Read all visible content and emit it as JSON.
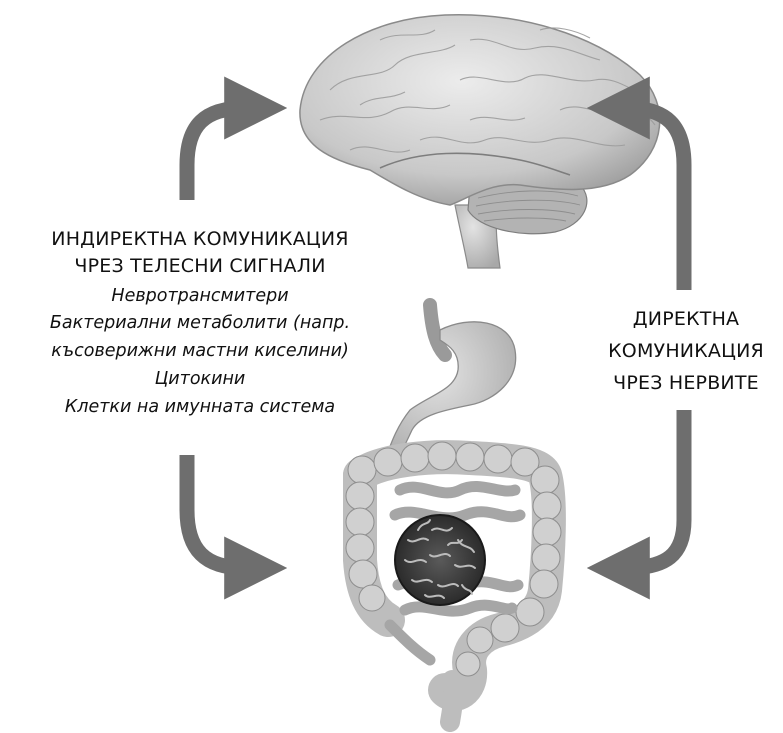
{
  "left_label": {
    "title_lines": [
      "ИНДИРЕКТНА КОМУНИКАЦИЯ",
      "ЧРЕЗ ТЕЛЕСНИ СИГНАЛИ"
    ],
    "items": [
      "Невротрансмитери",
      "Бактериални метаболити (напр.",
      "късоверижни мастни киселини)",
      "Цитокини",
      "Клетки на имунната система"
    ]
  },
  "right_label": {
    "title_lines": [
      "ДИРЕКТНА",
      "КОМУНИКАЦИЯ",
      "ЧРЕЗ НЕРВИТЕ"
    ]
  },
  "colors": {
    "arrow": "#6e6e6e",
    "organ_fill": "#c9c9c9",
    "organ_stroke": "#8a8a8a",
    "microbiome": "#3a3a3a"
  }
}
